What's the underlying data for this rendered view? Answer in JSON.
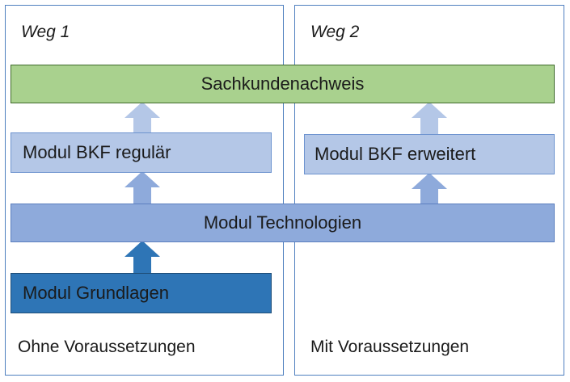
{
  "panels": [
    {
      "title": "Weg 1",
      "condition": "Ohne Voraussetzungen"
    },
    {
      "title": "Weg 2",
      "condition": "Mit Voraussetzungen"
    }
  ],
  "modules": {
    "sachkundenachweis": "Sachkundenachweis",
    "bkf_regulaer": "Modul BKF regulär",
    "bkf_erweitert": "Modul BKF erweitert",
    "technologien": "Modul Technologien",
    "grundlagen": "Modul Grundlagen"
  },
  "colors": {
    "sachkundenachweis": "#a9d18e",
    "bkf": "#b4c7e7",
    "technologien": "#8eaadb",
    "grundlagen": "#2e75b6",
    "panel_border": "#4f7fbf"
  }
}
